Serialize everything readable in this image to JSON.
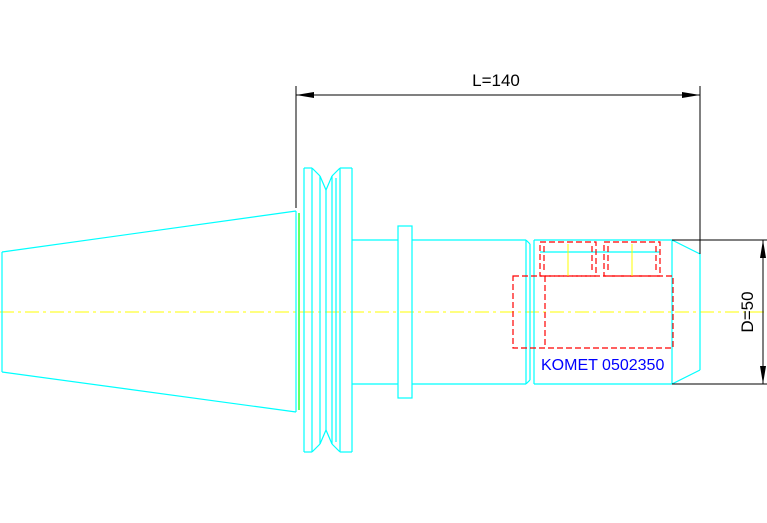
{
  "dimensions": {
    "length_label": "L=140",
    "diameter_label": "D=50"
  },
  "part_label": {
    "text": "KOMET 0502350",
    "color": "#0000ff"
  },
  "colors": {
    "outline": "#00ffff",
    "hidden_lines": "#ff0000",
    "center_line": "#ffff00",
    "dimension_lines": "#000000",
    "background": "#ffffff"
  }
}
